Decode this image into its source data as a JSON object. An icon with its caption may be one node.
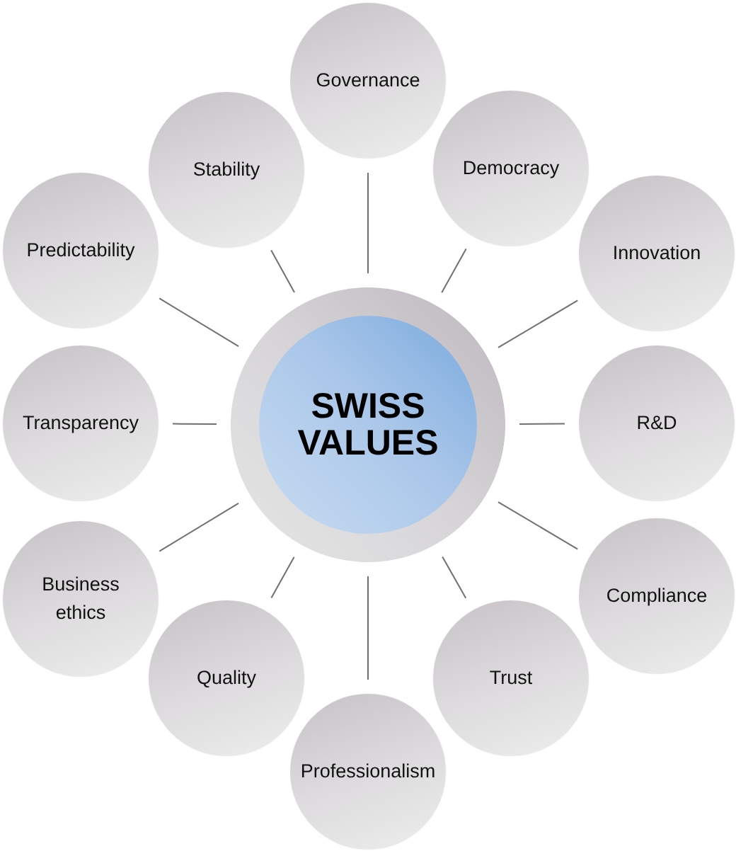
{
  "diagram": {
    "nodes": [
      {
        "text": [
          "SWISS VALUES"
        ]
      },
      {
        "text": [
          "Governance"
        ]
      },
      {
        "text": [
          "Democracy"
        ]
      },
      {
        "text": [
          "Innovation"
        ]
      },
      {
        "text": [
          "R&D"
        ]
      },
      {
        "text": [
          "Compliance"
        ]
      },
      {
        "text": [
          "Trust"
        ]
      },
      {
        "text": [
          "Professionalism"
        ]
      },
      {
        "text": [
          "Quality"
        ]
      },
      {
        "text": [
          "Business ethics"
        ]
      },
      {
        "text": [
          "Transparency"
        ]
      },
      {
        "text": [
          "Predictability"
        ]
      },
      {
        "text": [
          "Stability"
        ]
      }
    ],
    "edges": [
      {
        "from": 0,
        "to": 1,
        "arrow": "none"
      },
      {
        "from": 0,
        "to": 2,
        "arrow": "none"
      },
      {
        "from": 0,
        "to": 3,
        "arrow": "none"
      },
      {
        "from": 0,
        "to": 4,
        "arrow": "none"
      },
      {
        "from": 0,
        "to": 5,
        "arrow": "none"
      },
      {
        "from": 0,
        "to": 6,
        "arrow": "none"
      },
      {
        "from": 0,
        "to": 7,
        "arrow": "none"
      },
      {
        "from": 0,
        "to": 8,
        "arrow": "none"
      },
      {
        "from": 0,
        "to": 9,
        "arrow": "none"
      },
      {
        "from": 0,
        "to": 10,
        "arrow": "none"
      },
      {
        "from": 0,
        "to": 11,
        "arrow": "none"
      },
      {
        "from": 0,
        "to": 12,
        "arrow": "none"
      }
    ]
  }
}
